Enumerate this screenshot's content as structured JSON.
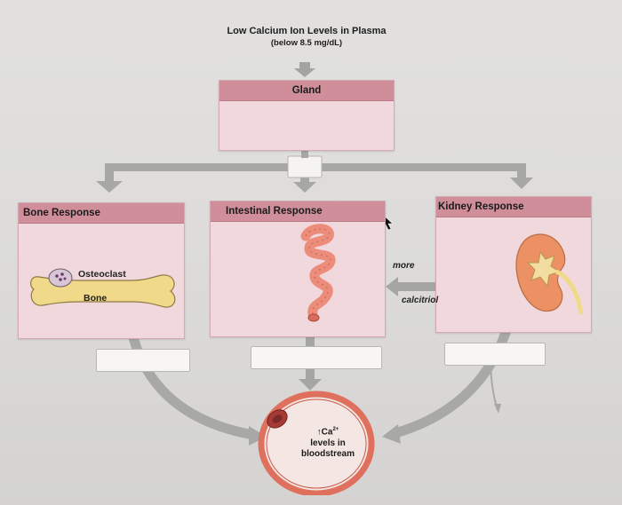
{
  "title": {
    "main": "Low Calcium Ion Levels in Plasma",
    "sub": "(below 8.5 mg/dL)"
  },
  "gland": {
    "header": "Gland"
  },
  "bone": {
    "header": "Bone Response",
    "osteoclast_label": "Osteoclast",
    "bone_label": "Bone"
  },
  "intestine": {
    "header": "Intestinal Response"
  },
  "kidney": {
    "header": "Kidney Response",
    "more_label": "more",
    "calcitriol_label": "calcitriol"
  },
  "bloodstream": {
    "arrow": "↑",
    "ion": "Ca",
    "charge": "2+",
    "line2": "levels in",
    "line3": "bloodstream"
  },
  "colors": {
    "header_pink": "#cf8e9a",
    "box_pink": "#f0d8dc",
    "arrow_gray": "#a3a3a2",
    "blood_red": "#e0705e",
    "bone_yellow": "#f1d98a",
    "intestine_salmon": "#ec8c7b"
  }
}
